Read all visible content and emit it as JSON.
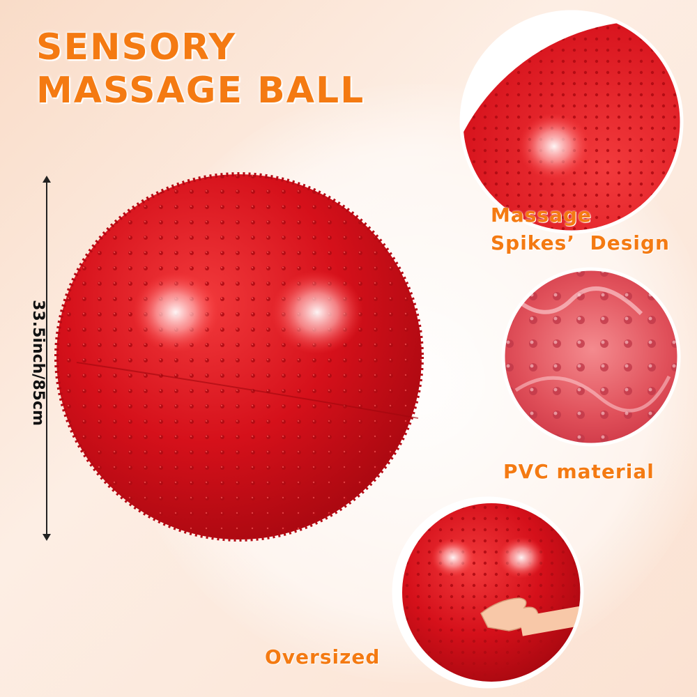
{
  "title": {
    "line1": "SENSORY",
    "line2": "MASSAGE BALL"
  },
  "dimension": {
    "text": "33.5inch/85cm"
  },
  "features": {
    "spikes_line1": "Massage",
    "spikes_line2": "Spikes’  Design",
    "material": "PVC material",
    "size": "Oversized"
  },
  "colors": {
    "accent": "#f47a12",
    "ball": "#d0111b",
    "background": "#fbe4d5"
  }
}
